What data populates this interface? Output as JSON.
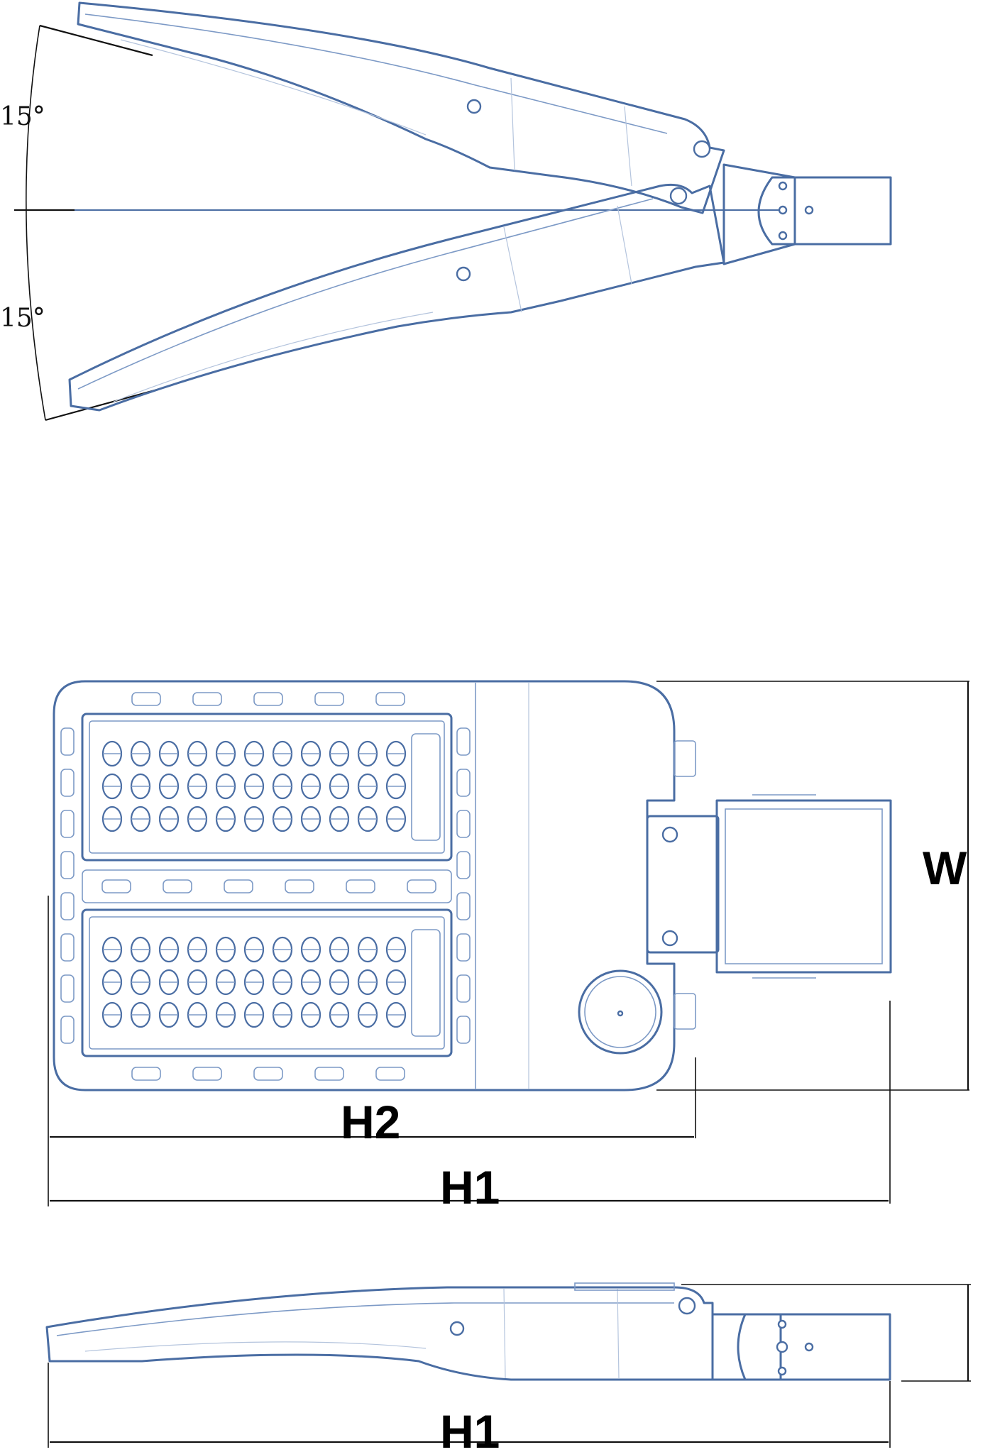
{
  "tilt_view": {
    "angle_up_label": "15°",
    "angle_down_label": "15°"
  },
  "top_view": {
    "width_label": "W",
    "h2_label": "H2",
    "h1_label": "H1"
  },
  "side_view": {
    "h1_label": "H1"
  },
  "colors": {
    "outline": "#4a6da3",
    "dimension": "#111111"
  }
}
